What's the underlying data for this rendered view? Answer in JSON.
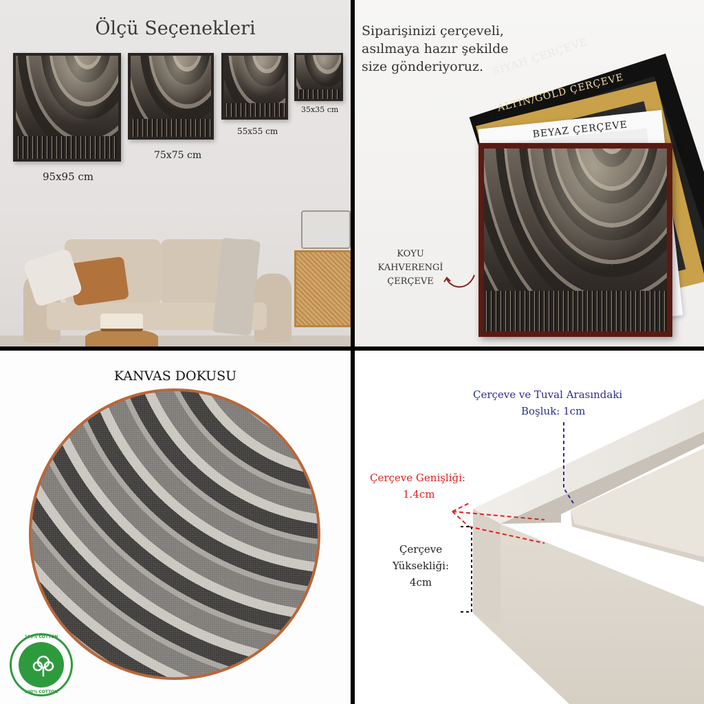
{
  "size_panel": {
    "title": "Ölçü Seçenekleri",
    "sizes": [
      "95x95 cm",
      "75x75 cm",
      "55x55 cm",
      "35x35 cm"
    ]
  },
  "frames_panel": {
    "intro_line1": "Siparişinizi çerçeveli,",
    "intro_line2": "asılmaya hazır şekilde",
    "intro_line3": "size gönderiyoruz.",
    "black_label": "SİYAH ÇERÇEVE",
    "gold_label": "ALTIN/GOLD ÇERÇEVE",
    "white_label": "BEYAZ ÇERÇEVE",
    "brown_label_line1": "KOYU",
    "brown_label_line2": "KAHVERENGİ",
    "brown_label_line3": "ÇERÇEVE"
  },
  "texture_panel": {
    "title": "KANVAS DOKUSU",
    "badge_top": "100% COTTON",
    "badge_bottom": "100% COTTON"
  },
  "dimension_panel": {
    "gap_line1": "Çerçeve ve Tuval Arasındaki",
    "gap_line2": "Boşluk: 1cm",
    "width_line1": "Çerçeve Genişliği:",
    "width_line2": "1.4cm",
    "height_line1": "Çerçeve",
    "height_line2": "Yüksekliği:",
    "height_line3": "4cm"
  },
  "colors": {
    "gap_text": "#2a2f8f",
    "width_text": "#e0201e",
    "height_text": "#222222",
    "brown_frame": "#5a1a12",
    "gold_frame": "#c9a14a",
    "black_frame": "#111111",
    "white_frame": "#fafafa",
    "cotton_badge": "#2e9a3e"
  }
}
